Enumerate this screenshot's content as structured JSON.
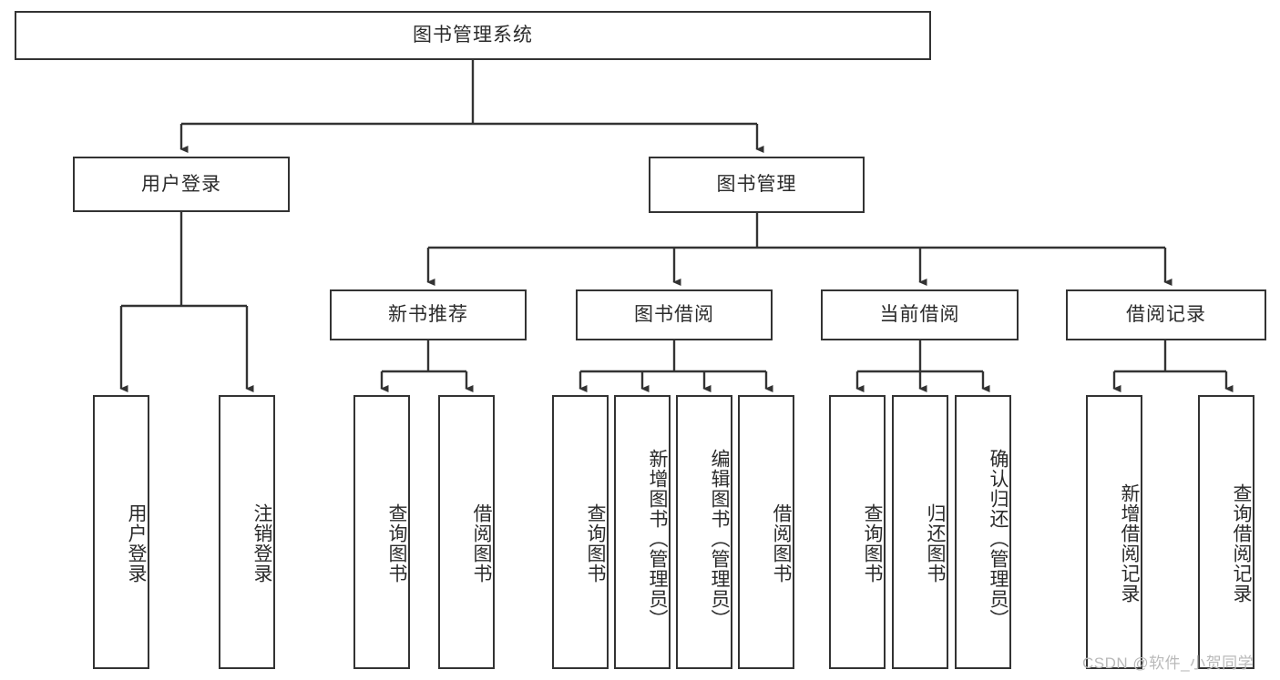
{
  "diagram": {
    "title_text": "图书管理系统",
    "colors": {
      "border": "#333333",
      "fill": "#ffffff",
      "text": "#2b2b2b",
      "background": "#ffffff",
      "watermark": "#b9b9b9"
    },
    "root": {
      "label": "图书管理系统"
    },
    "level2": [
      {
        "label": "用户登录"
      },
      {
        "label": "图书管理"
      }
    ],
    "level3": [
      {
        "label": "新书推荐"
      },
      {
        "label": "图书借阅"
      },
      {
        "label": "当前借阅"
      },
      {
        "label": "借阅记录"
      }
    ],
    "leaves": {
      "user_login": [
        {
          "label": "用户登录"
        },
        {
          "label": "注销登录"
        }
      ],
      "new_book_recommend": [
        {
          "label": "查询图书"
        },
        {
          "label": "借阅图书"
        }
      ],
      "book_borrow": [
        {
          "label": "查询图书"
        },
        {
          "label": "新增图书（管理员）"
        },
        {
          "label": "编辑图书（管理员）"
        },
        {
          "label": "借阅图书"
        }
      ],
      "current_borrow": [
        {
          "label": "查询图书"
        },
        {
          "label": "归还图书"
        },
        {
          "label": "确认归还（管理员）"
        }
      ],
      "borrow_record": [
        {
          "label": "新增借阅记录"
        },
        {
          "label": "查询借阅记录"
        }
      ]
    },
    "watermark": "CSDN @软件_小贺同学"
  }
}
